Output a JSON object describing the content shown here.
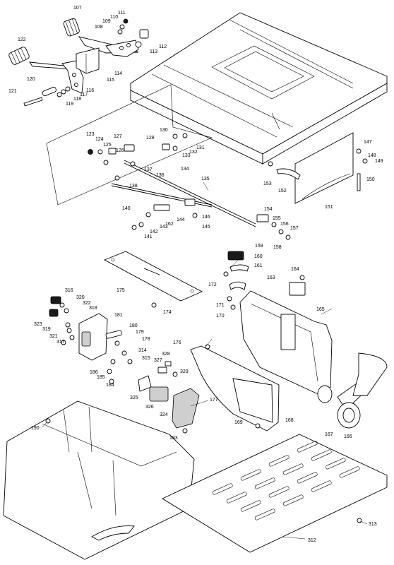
{
  "diagram": {
    "part_numbers": [
      "107",
      "111",
      "110",
      "109",
      "108",
      "112",
      "113",
      "122",
      "114",
      "115",
      "116",
      "117",
      "118",
      "119",
      "120",
      "121",
      "123",
      "124",
      "125",
      "126",
      "127",
      "128",
      "130",
      "131",
      "132",
      "133",
      "134",
      "135",
      "136",
      "137",
      "138",
      "140",
      "141",
      "142",
      "143",
      "144",
      "145",
      "146",
      "147",
      "148",
      "149",
      "150",
      "151",
      "152",
      "153",
      "154",
      "155",
      "156",
      "157",
      "158",
      "159",
      "160",
      "161",
      "162",
      "163",
      "164",
      "165",
      "166",
      "167",
      "168",
      "169",
      "170",
      "171",
      "172",
      "174",
      "175",
      "176",
      "177",
      "178",
      "179",
      "180",
      "181",
      "183",
      "184",
      "185",
      "186",
      "190",
      "312",
      "313",
      "314",
      "315",
      "316",
      "317",
      "318",
      "319",
      "320",
      "321",
      "322",
      "323",
      "324",
      "325",
      "326",
      "327",
      "328",
      "329"
    ]
  }
}
